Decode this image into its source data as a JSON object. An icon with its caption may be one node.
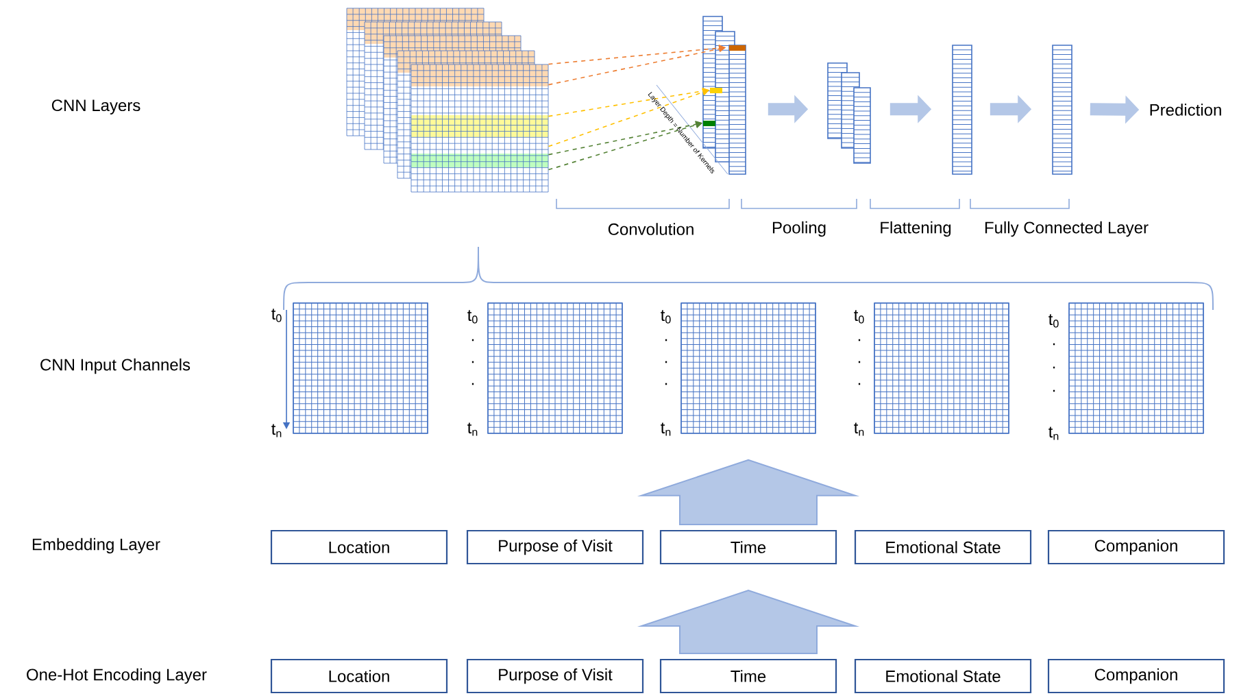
{
  "diagram": {
    "nodes": [
      {
        "text": [],
        "shape": "picture"
      },
      {
        "text": [],
        "shape": "box"
      },
      {
        "text": [],
        "shape": "box"
      },
      {
        "text": [],
        "shape": "box"
      },
      {
        "text": [],
        "shape": "box"
      },
      {
        "text": [
          "Prediction"
        ]
      },
      {
        "text": [],
        "shape": "box"
      },
      {
        "text": [],
        "shape": "box"
      },
      {
        "text": [],
        "shape": "box"
      },
      {
        "text": [],
        "shape": "box"
      },
      {
        "text": [],
        "shape": "box"
      },
      {
        "text": [
          "Location"
        ]
      },
      {
        "text": [
          "Purpose of Visit"
        ]
      },
      {
        "text": [
          "Time"
        ]
      },
      {
        "text": [
          "Emotional State"
        ]
      },
      {
        "text": [
          "Companion"
        ]
      },
      {
        "text": [
          "Location"
        ]
      },
      {
        "text": [
          "Purpose of Visit"
        ]
      },
      {
        "text": [
          "Time"
        ]
      },
      {
        "text": [
          "Emotional State"
        ]
      },
      {
        "text": [
          "Companion"
        ]
      }
    ],
    "edges": [
      {
        "from": 0,
        "to": 1,
        "arrow": "to",
        "style": "dashed",
        "color": "#ed7d31"
      },
      {
        "from": 0,
        "to": 1,
        "arrow": "to",
        "style": "dashed",
        "color": "#ed7d31"
      },
      {
        "from": 0,
        "to": 1,
        "arrow": "to",
        "style": "dashed",
        "color": "#ffc000"
      },
      {
        "from": 0,
        "to": 1,
        "arrow": "to",
        "style": "dashed",
        "color": "#ffc000"
      },
      {
        "from": 0,
        "to": 1,
        "arrow": "to",
        "style": "dashed",
        "color": "#548235"
      },
      {
        "from": 0,
        "to": 1,
        "arrow": "to",
        "style": "dashed",
        "color": "#548235"
      },
      {
        "from": 1,
        "to": 2,
        "arrow": "to",
        "style": "thick"
      },
      {
        "from": 2,
        "to": 3,
        "arrow": "to",
        "style": "thick"
      },
      {
        "from": 3,
        "to": 4,
        "arrow": "to",
        "style": "thick"
      },
      {
        "from": 4,
        "to": 5,
        "arrow": "to",
        "style": "thick"
      },
      {
        "from": 18,
        "to": 13,
        "arrow": "to",
        "style": "thick"
      },
      {
        "from": 13,
        "to": 8,
        "arrow": "to",
        "style": "thick"
      }
    ],
    "labels": [
      "CNN Layers",
      "Layer Depth = Number of Kernels",
      "Convolution",
      "Pooling",
      "Flattening",
      "Fully Connected Layer",
      "CNN Input Channels",
      "t$_{0}$",
      "t$_{n}$",
      "t$_{0}$",
      ".",
      ".",
      ".",
      "t$_{n}$",
      "t$_{0}$",
      ".",
      ".",
      ".",
      "t$_{n}$",
      "t$_{0}$",
      ".",
      ".",
      ".",
      "t$_{n}$",
      "t$_{0}$",
      ".",
      ".",
      ".",
      "t$_{n}$",
      "Embedding Layer",
      "One-Hot Encoding Layer"
    ]
  }
}
